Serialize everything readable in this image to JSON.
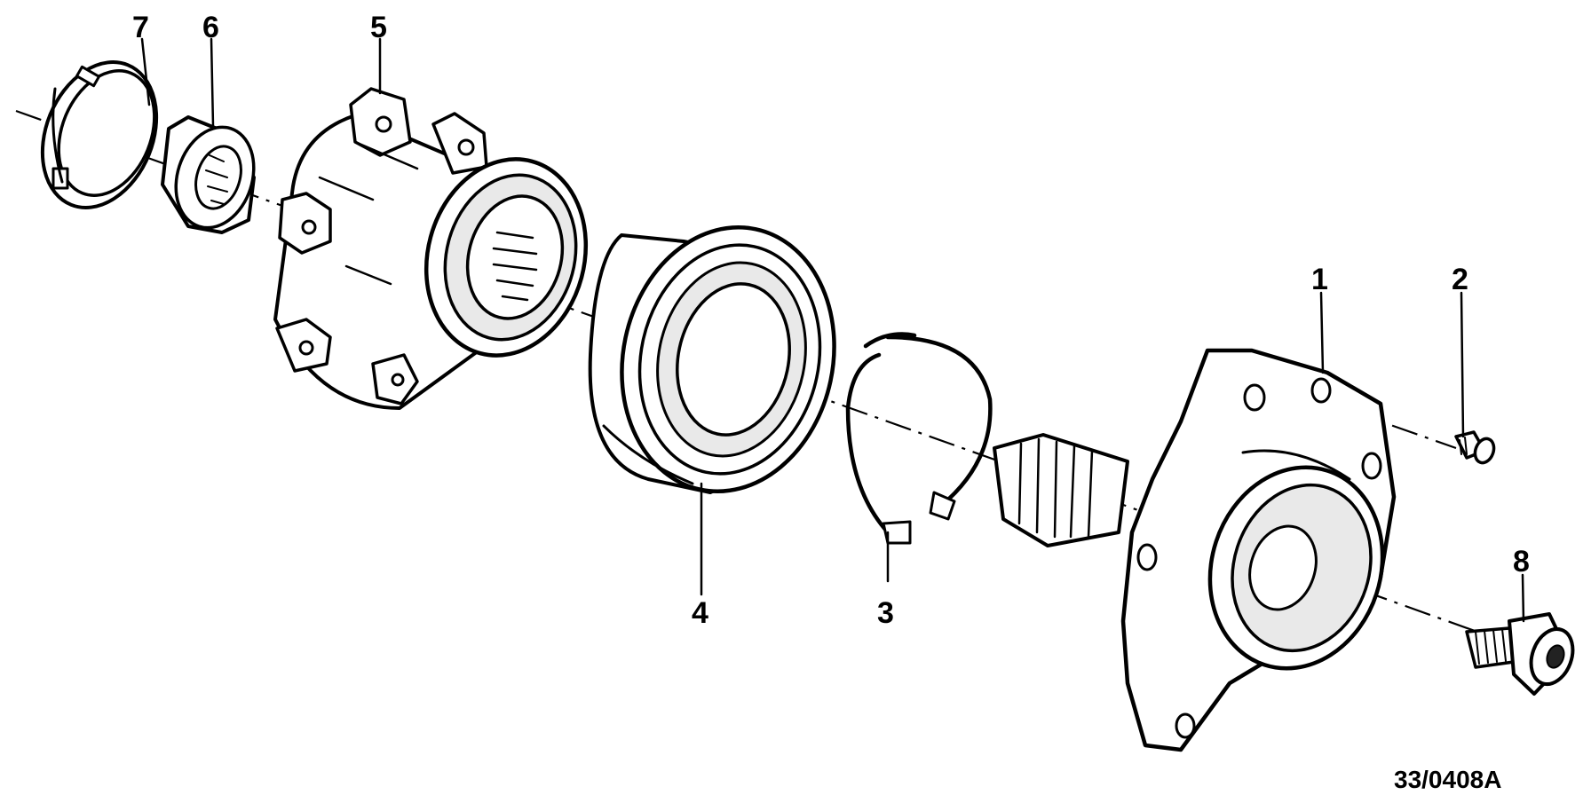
{
  "diagram": {
    "callouts": [
      {
        "id": "1",
        "text": "1"
      },
      {
        "id": "2",
        "text": "2"
      },
      {
        "id": "3",
        "text": "3"
      },
      {
        "id": "4",
        "text": "4"
      },
      {
        "id": "5",
        "text": "5"
      },
      {
        "id": "6",
        "text": "6"
      },
      {
        "id": "7",
        "text": "7"
      },
      {
        "id": "8",
        "text": "8"
      }
    ],
    "reference": "33/0408A"
  }
}
